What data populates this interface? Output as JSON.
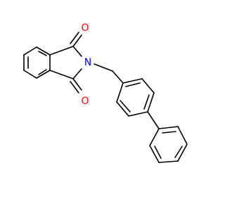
{
  "molecule": {
    "atoms": [
      {
        "id": "O1",
        "label": "O",
        "color": "#ff0000"
      },
      {
        "id": "O2",
        "label": "O",
        "color": "#ff0000"
      },
      {
        "id": "N1",
        "label": "N",
        "color": "#0000ff"
      }
    ],
    "colors": {
      "bond": "#000000",
      "background": "#ffffff"
    }
  }
}
